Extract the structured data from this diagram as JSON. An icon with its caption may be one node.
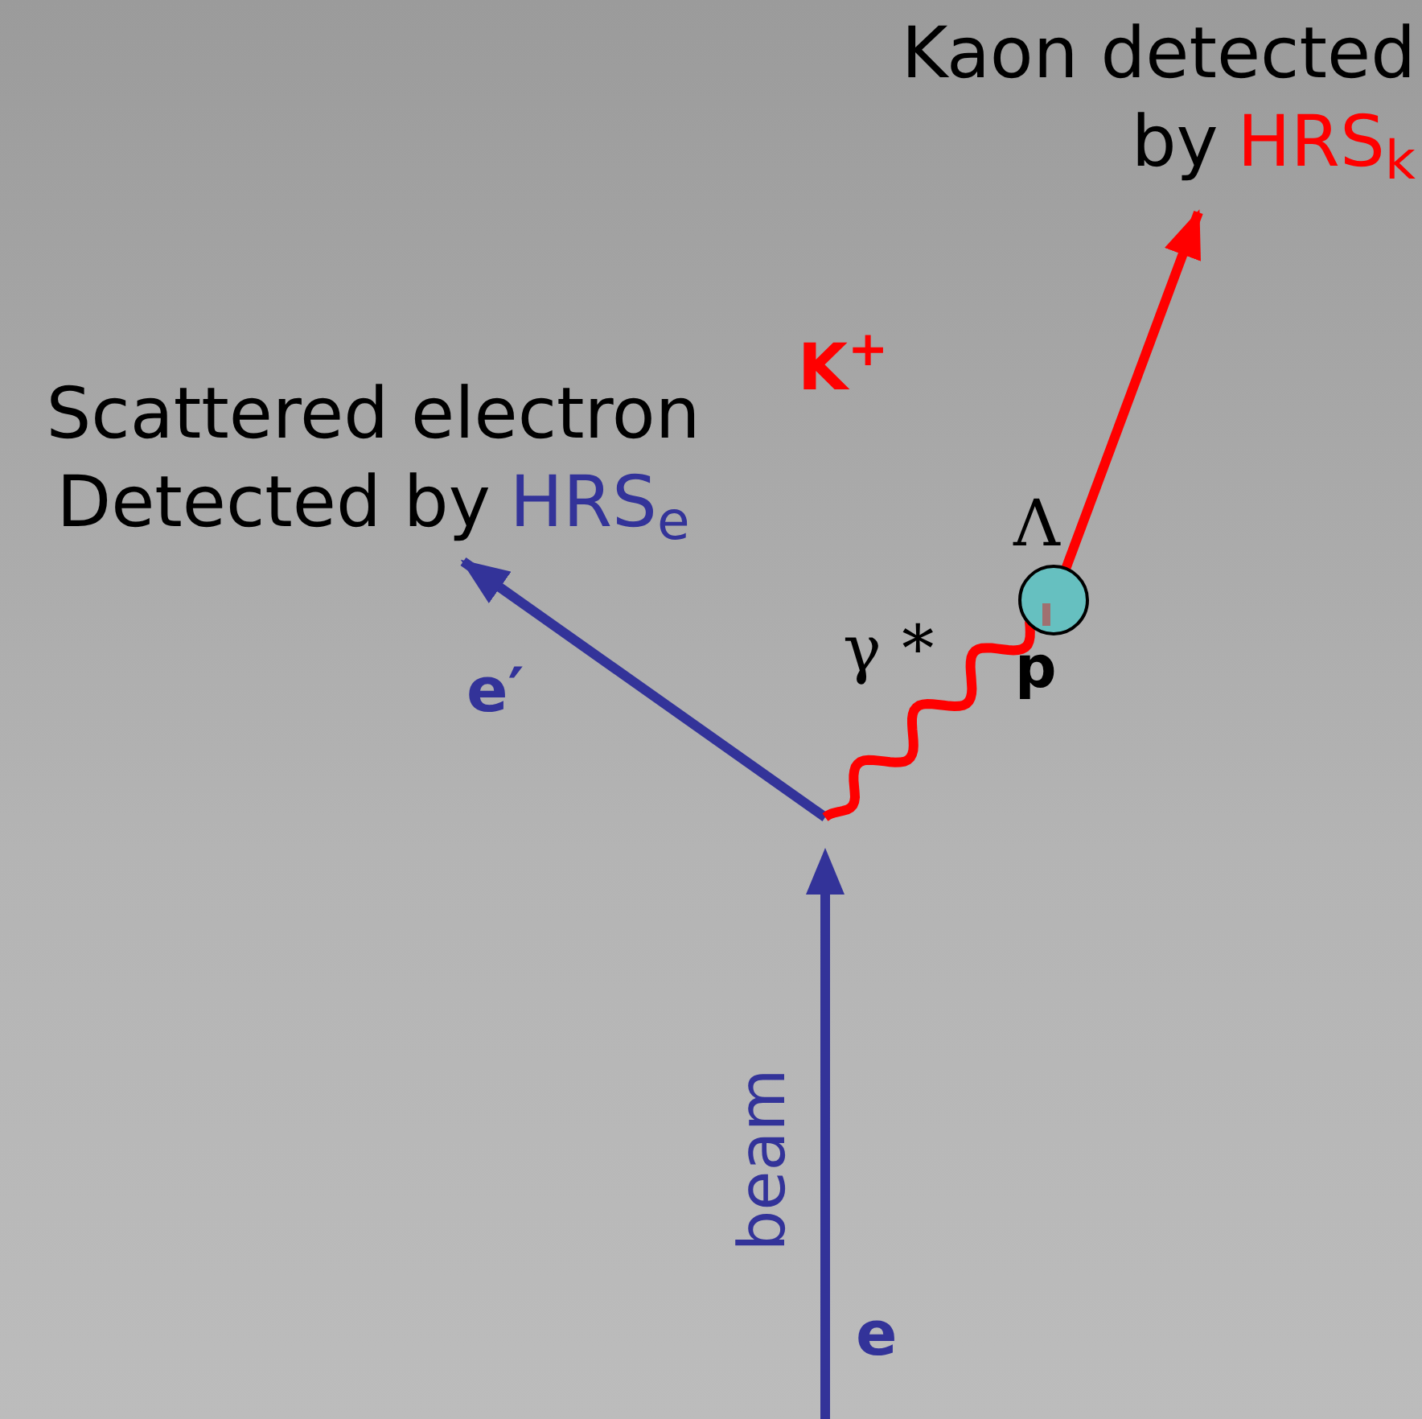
{
  "diagram": {
    "nodes": [
      {
        "text": [
          "Kaon detected",
          "by",
          "HRS$_{k}$"
        ]
      },
      {
        "text": [
          "Scattered electron",
          "Detected by",
          "HRS$_{e}$"
        ]
      },
      {
        "text": [],
        "shape": "circle",
        "beside": [
          "Λ",
          "p"
        ]
      }
    ],
    "edges": [
      {
        "from": null,
        "to": 1,
        "arrow": "to",
        "color": "#333399"
      },
      {
        "from": null,
        "to": 2,
        "arrow": "none",
        "color": "#ff0000"
      },
      {
        "from": 2,
        "to": 0,
        "arrow": "to",
        "color": "#ff0000"
      }
    ],
    "labels": [
      "K$^{+}$",
      "e′",
      "γ *",
      "beam",
      "e"
    ]
  }
}
